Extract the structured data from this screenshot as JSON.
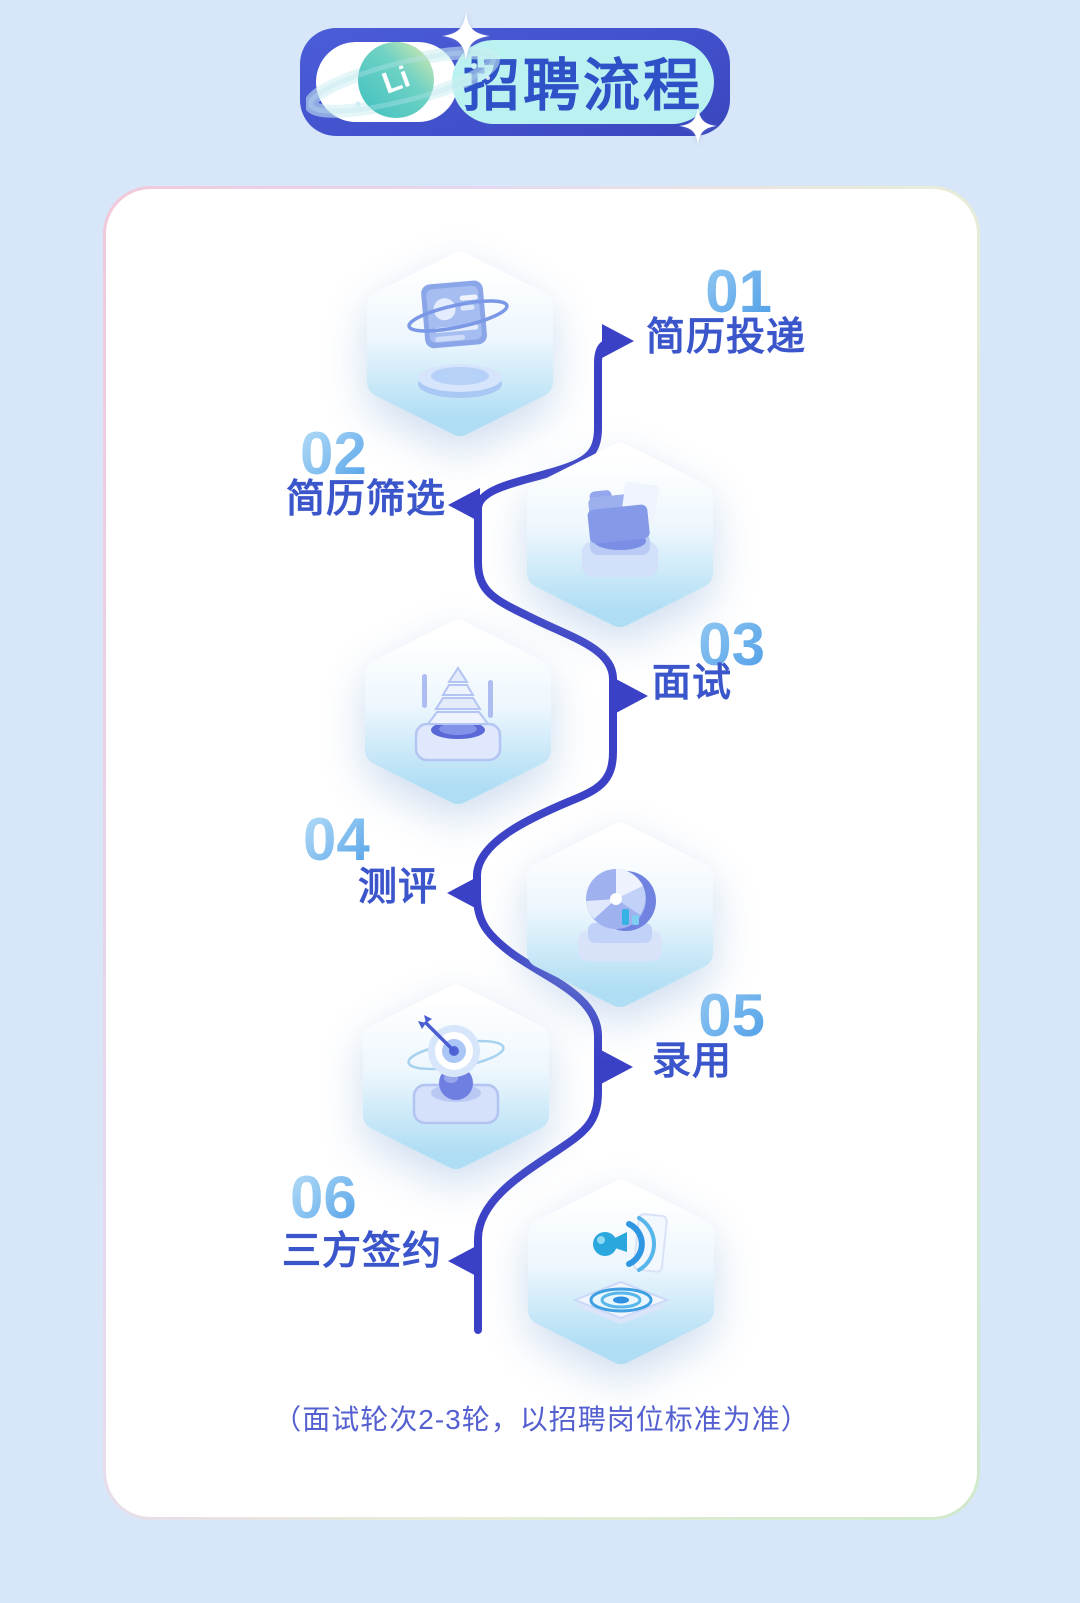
{
  "header": {
    "logo": {
      "planet_text": "Li"
    },
    "title": "招聘流程"
  },
  "steps": [
    {
      "number": "01",
      "label": "简历投递",
      "icon": "resume-submit-icon"
    },
    {
      "number": "02",
      "label": "简历筛选",
      "icon": "resume-screen-icon"
    },
    {
      "number": "03",
      "label": "面试",
      "icon": "interview-icon"
    },
    {
      "number": "04",
      "label": "测评",
      "icon": "assessment-icon"
    },
    {
      "number": "05",
      "label": "录用",
      "icon": "offer-icon"
    },
    {
      "number": "06",
      "label": "三方签约",
      "icon": "tripartite-sign-icon"
    }
  ],
  "footnote": "（面试轮次2-3轮，以招聘岗位标准为准）",
  "colors": {
    "page_bg": "#d7e6f8",
    "flow_line": "#3b41c6",
    "step_number_gradient_start": "#b6ddf7",
    "step_number_gradient_end": "#4f9fe8",
    "step_label_text": "#3b55cb",
    "header_pill_bg": "#3f4ec8",
    "header_title_bg": "#b9f2f1",
    "header_title_text": "#2d52c7",
    "footnote_text": "#5560d0"
  }
}
